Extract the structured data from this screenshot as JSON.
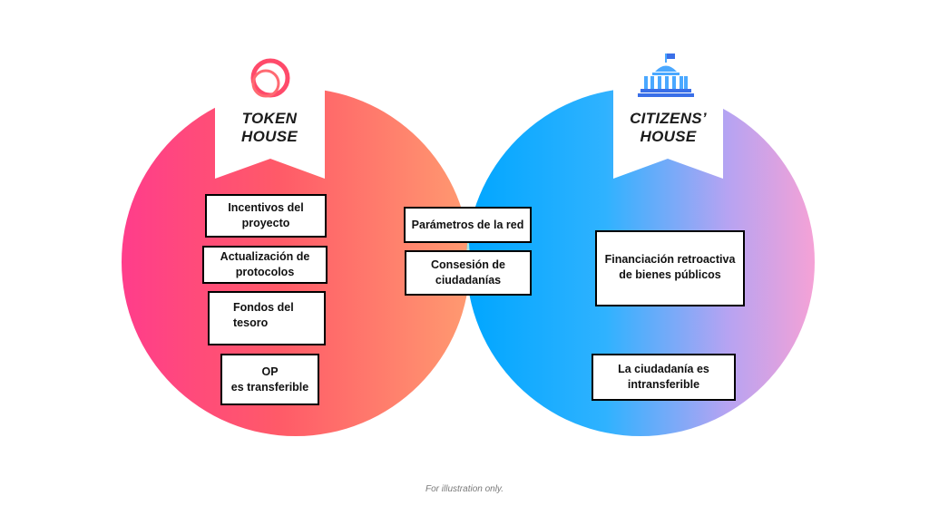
{
  "token_house": {
    "title_line1": "TOKEN",
    "title_line2": "HOUSE",
    "icon": "optimism-ring-logo",
    "items": [
      {
        "line1": "Incentivos del",
        "line2": "proyecto"
      },
      {
        "line1": "Actualización de",
        "line2": "protocolos"
      },
      {
        "line1": "Fondos del",
        "line2": "tesoro"
      },
      {
        "line1": "OP",
        "line2": "es transferible"
      }
    ]
  },
  "citizens_house": {
    "title_line1": "CITIZENS’",
    "title_line2": "HOUSE",
    "icon": "capitol-building-icon",
    "items": [
      {
        "line1": "Financiación retroactiva",
        "line2": "de bienes públicos"
      },
      {
        "line1": "La ciudadanía es",
        "line2": "intransferible"
      }
    ]
  },
  "shared": {
    "items": [
      {
        "line1": "Parámetros de la red",
        "line2": ""
      },
      {
        "line1": "Consesión de",
        "line2": "ciudadanías"
      }
    ]
  },
  "footnote": "For illustration only.",
  "colors": {
    "token_gradient": [
      "#ff3d8b",
      "#ff6a5a",
      "#ff9a70"
    ],
    "citizens_gradient": [
      "#00a6ff",
      "#3fb0ff",
      "#c7a0f0",
      "#f0a0d8"
    ],
    "overlap_gradient": [
      "#9fe8e0",
      "#2ff0b0",
      "#00f08a"
    ],
    "box_border": "#000000"
  }
}
